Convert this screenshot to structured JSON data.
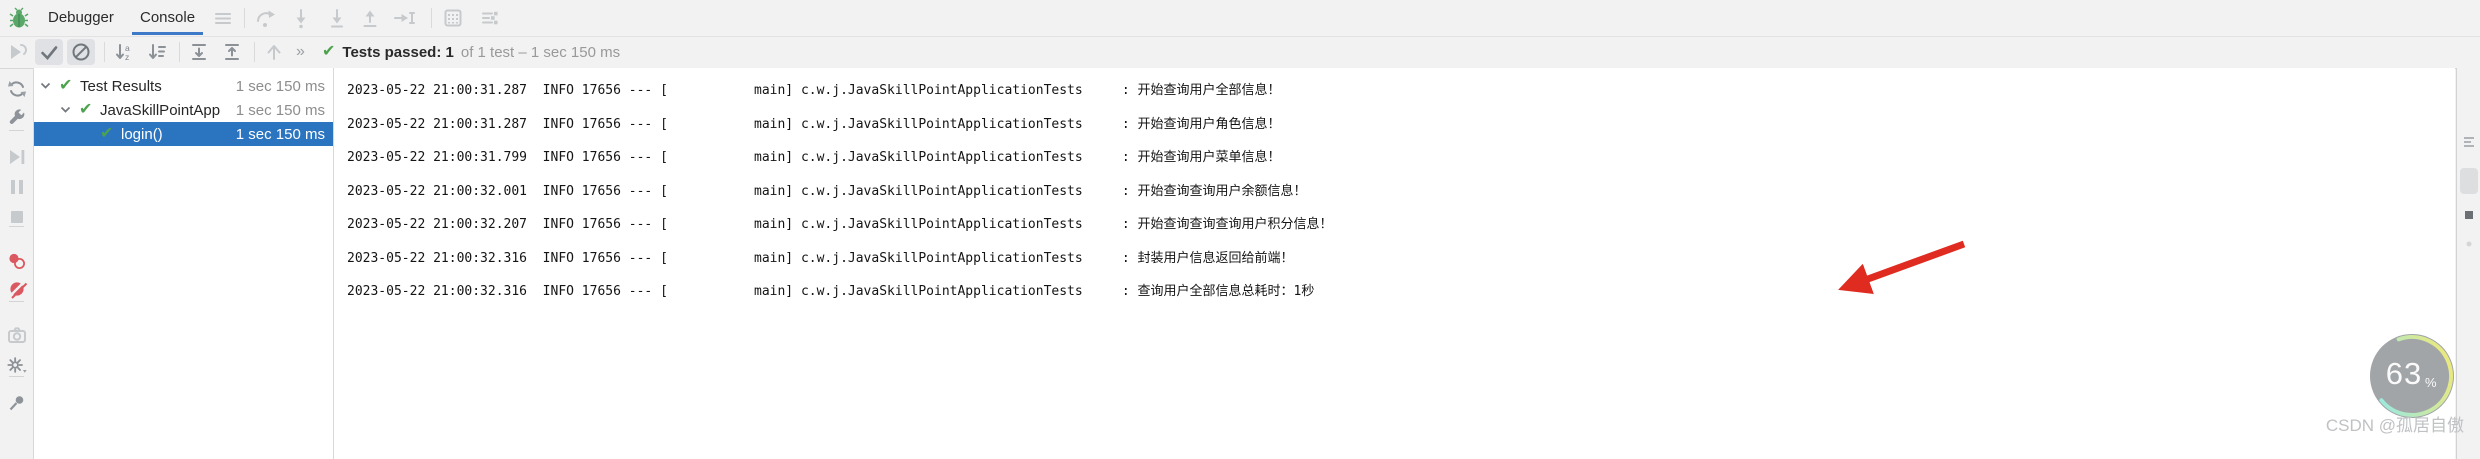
{
  "header": {
    "tabs": {
      "debugger": "Debugger",
      "console": "Console"
    }
  },
  "status_bar": {
    "passed_summary": "Tests passed: 1",
    "passed_detail": "of 1 test – 1 sec 150 ms"
  },
  "tree": {
    "items": [
      {
        "label": "Test Results",
        "time": "1 sec 150 ms"
      },
      {
        "label": "JavaSkillPointApp",
        "time": "1 sec 150 ms"
      },
      {
        "label": "login()",
        "time": "1 sec 150 ms"
      }
    ]
  },
  "console": {
    "lines": [
      "2023-05-22 21:00:31.287  INFO 17656 --- [           main] c.w.j.JavaSkillPointApplicationTests     : 开始查询用户全部信息！",
      "2023-05-22 21:00:31.287  INFO 17656 --- [           main] c.w.j.JavaSkillPointApplicationTests     : 开始查询用户角色信息！",
      "2023-05-22 21:00:31.799  INFO 17656 --- [           main] c.w.j.JavaSkillPointApplicationTests     : 开始查询用户菜单信息！",
      "2023-05-22 21:00:32.001  INFO 17656 --- [           main] c.w.j.JavaSkillPointApplicationTests     : 开始查询查询用户余额信息！",
      "2023-05-22 21:00:32.207  INFO 17656 --- [           main] c.w.j.JavaSkillPointApplicationTests     : 开始查询查询查询用户积分信息！",
      "2023-05-22 21:00:32.316  INFO 17656 --- [           main] c.w.j.JavaSkillPointApplicationTests     : 封装用户信息返回给前端！",
      "2023-05-22 21:00:32.316  INFO 17656 --- [           main] c.w.j.JavaSkillPointApplicationTests     : 查询用户全部信息总耗时：1秒"
    ]
  },
  "overlay": {
    "progress_value": "63",
    "progress_unit": "%",
    "watermark": "CSDN @孤居自傲"
  },
  "icons": {
    "check_glyph": "✔",
    "overflow_glyph": "»"
  },
  "colors": {
    "tab_accent": "#3e79c7",
    "selection_blue": "#2b74bf",
    "success_green": "#4da34d",
    "breakpoint_red": "#db5860",
    "annotation_arrow_red": "#e02b20"
  }
}
